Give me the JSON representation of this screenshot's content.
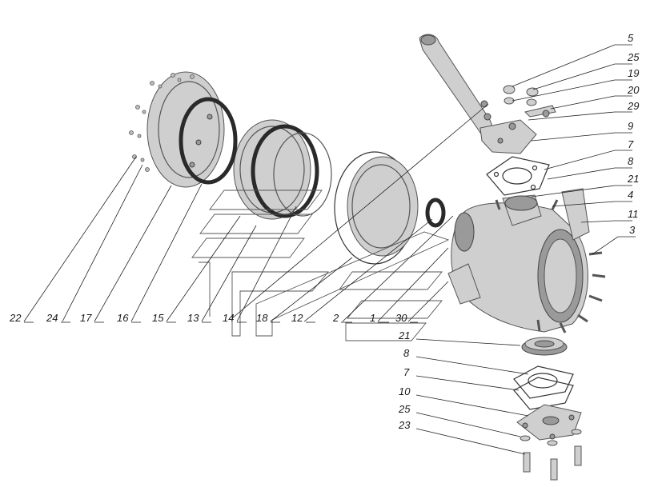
{
  "diagram": {
    "callouts": [
      {
        "id": "c5",
        "label": "5"
      },
      {
        "id": "c25a",
        "label": "25"
      },
      {
        "id": "c19",
        "label": "19"
      },
      {
        "id": "c20",
        "label": "20"
      },
      {
        "id": "c29",
        "label": "29"
      },
      {
        "id": "c9",
        "label": "9"
      },
      {
        "id": "c7a",
        "label": "7"
      },
      {
        "id": "c8a",
        "label": "8"
      },
      {
        "id": "c21a",
        "label": "21"
      },
      {
        "id": "c4",
        "label": "4"
      },
      {
        "id": "c11",
        "label": "11"
      },
      {
        "id": "c3",
        "label": "3"
      },
      {
        "id": "c22",
        "label": "22"
      },
      {
        "id": "c24",
        "label": "24"
      },
      {
        "id": "c17",
        "label": "17"
      },
      {
        "id": "c16",
        "label": "16"
      },
      {
        "id": "c15",
        "label": "15"
      },
      {
        "id": "c13",
        "label": "13"
      },
      {
        "id": "c14",
        "label": "14"
      },
      {
        "id": "c18",
        "label": "18"
      },
      {
        "id": "c12",
        "label": "12"
      },
      {
        "id": "c2",
        "label": "2"
      },
      {
        "id": "c1",
        "label": "1"
      },
      {
        "id": "c30",
        "label": "30"
      },
      {
        "id": "c21b",
        "label": "21"
      },
      {
        "id": "c8b",
        "label": "8"
      },
      {
        "id": "c7b",
        "label": "7"
      },
      {
        "id": "c10",
        "label": "10"
      },
      {
        "id": "c25b",
        "label": "25"
      },
      {
        "id": "c23",
        "label": "23"
      }
    ]
  }
}
